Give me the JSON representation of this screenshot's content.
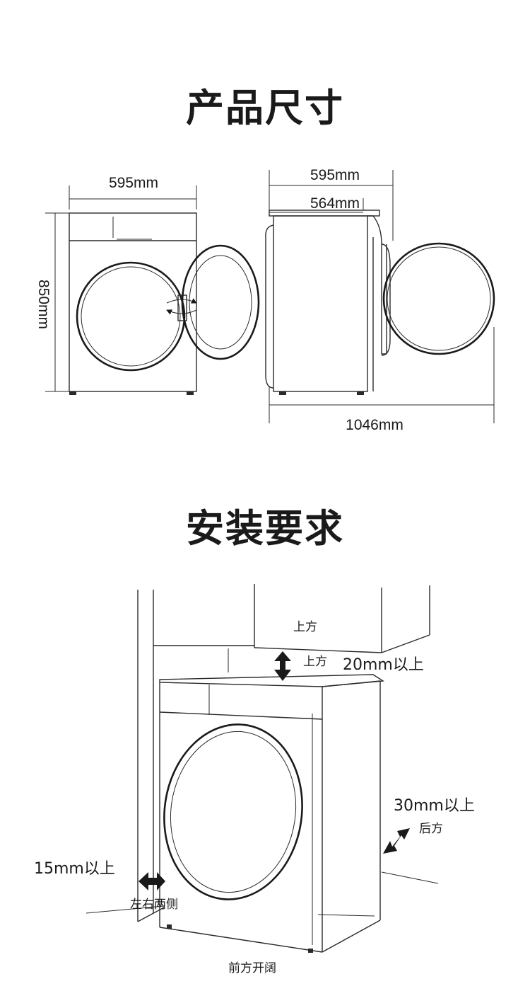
{
  "headings": {
    "product_size": "产品尺寸",
    "install_requirements": "安装要求"
  },
  "dimensions": {
    "front_width": "595mm",
    "height": "850mm",
    "side_depth_total": "595mm",
    "side_depth_body": "564mm",
    "door_open_depth": "1046mm"
  },
  "clearances": {
    "top_area_label": "上方",
    "top_label": "上方",
    "top_value": "20mm以上",
    "back_value": "30mm以上",
    "back_label": "后方",
    "side_value": "15mm以上",
    "side_label": "左右两侧",
    "front_label": "前方开阔"
  }
}
